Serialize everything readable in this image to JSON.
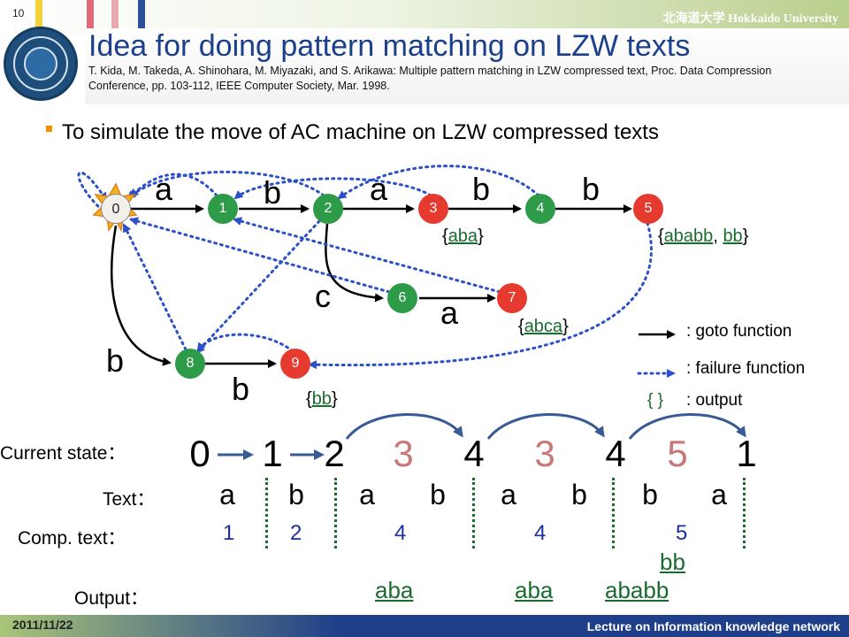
{
  "header": {
    "slide_number": "10",
    "university": "北海道大学 Hokkaido University",
    "colors": {
      "title": "#1a3f8c",
      "state_normal": "#2e9b48",
      "state_accept": "#e63a2e",
      "failure": "#2b50c8",
      "output": "#1a6b2e"
    }
  },
  "title": "Idea for doing pattern matching on LZW texts",
  "citation": "T. Kida, M. Takeda, A. Shinohara, M. Miyazaki, and S. Arikawa: Multiple pattern matching in LZW compressed text, Proc. Data Compression Conference, pp. 103-112, IEEE Computer Society, Mar. 1998.",
  "bullet": "To simulate the move of AC machine on LZW compressed texts",
  "automaton": {
    "states": [
      "0",
      "1",
      "2",
      "3",
      "4",
      "5",
      "6",
      "7",
      "8",
      "9"
    ],
    "accepting_states": [
      "3",
      "5",
      "7",
      "9"
    ],
    "goto": [
      {
        "from": "0",
        "to": "1",
        "label": "a"
      },
      {
        "from": "1",
        "to": "2",
        "label": "b"
      },
      {
        "from": "2",
        "to": "3",
        "label": "a"
      },
      {
        "from": "3",
        "to": "4",
        "label": "b"
      },
      {
        "from": "4",
        "to": "5",
        "label": "b"
      },
      {
        "from": "2",
        "to": "6",
        "label": "c"
      },
      {
        "from": "6",
        "to": "7",
        "label": "a"
      },
      {
        "from": "0",
        "to": "8",
        "label": "b"
      },
      {
        "from": "8",
        "to": "9",
        "label": "b"
      }
    ],
    "outputs": {
      "s3": "aba",
      "s5_open": "{",
      "s5_a": "ababb",
      "s5_sep": ", ",
      "s5_b": "bb",
      "s5_close": "}",
      "s7": "abca",
      "s9": "bb"
    }
  },
  "legend": {
    "goto": ": goto function",
    "failure": ": failure function",
    "output_symbol": "{ }",
    "output": ": output"
  },
  "trace": {
    "current_state_label": "Current state：",
    "text_label": "Text：",
    "comp_label": "Comp. text：",
    "output_label": "Output：",
    "states": [
      "0",
      "1",
      "2",
      "3",
      "4",
      "3",
      "4",
      "5",
      "1"
    ],
    "highlighted": [
      false,
      false,
      false,
      true,
      false,
      true,
      false,
      true,
      false
    ],
    "text": [
      "a",
      "b",
      "a",
      "b",
      "a",
      "b",
      "b",
      "a"
    ],
    "comp": [
      "1",
      "2",
      "4",
      "4",
      "5"
    ],
    "outputs": [
      "aba",
      "aba",
      "bb",
      "ababb"
    ]
  },
  "footer": {
    "date": "2011/11/22",
    "course": "Lecture on Information knowledge network"
  }
}
